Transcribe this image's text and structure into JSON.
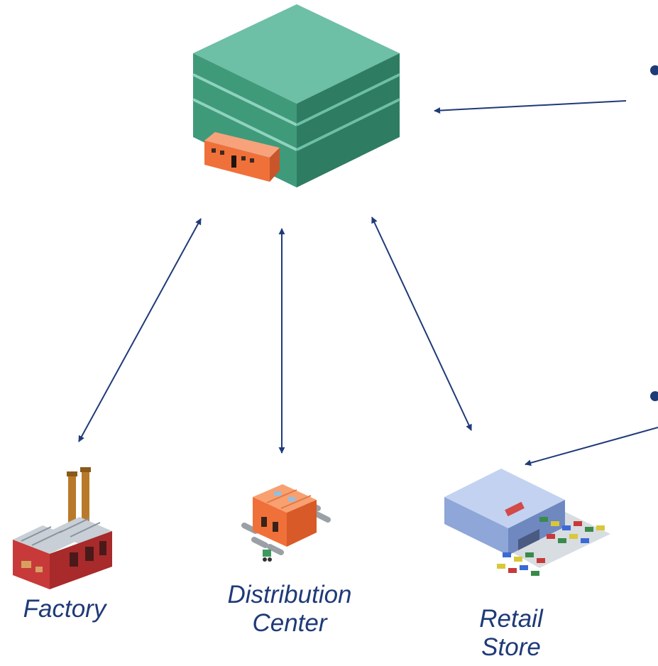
{
  "nodes": {
    "factory": {
      "label": "Factory"
    },
    "distribution_center": {
      "label_line1": "Distribution",
      "label_line2": "Center"
    },
    "retail_store": {
      "label_line1": "Retail",
      "label_line2": "Store"
    }
  },
  "colors": {
    "arrow": "#1f3a78",
    "label": "#1f3a78",
    "warehouse_top": "#6dbfa6",
    "warehouse_left": "#3f9a7a",
    "warehouse_right": "#2e7c61",
    "building_orange": "#f0703a",
    "store_blue": "#8ea6d8"
  },
  "icons": {
    "central": "data-warehouse-icon",
    "factory": "factory-icon",
    "distribution_center": "distribution-center-icon",
    "retail_store": "retail-store-icon"
  }
}
